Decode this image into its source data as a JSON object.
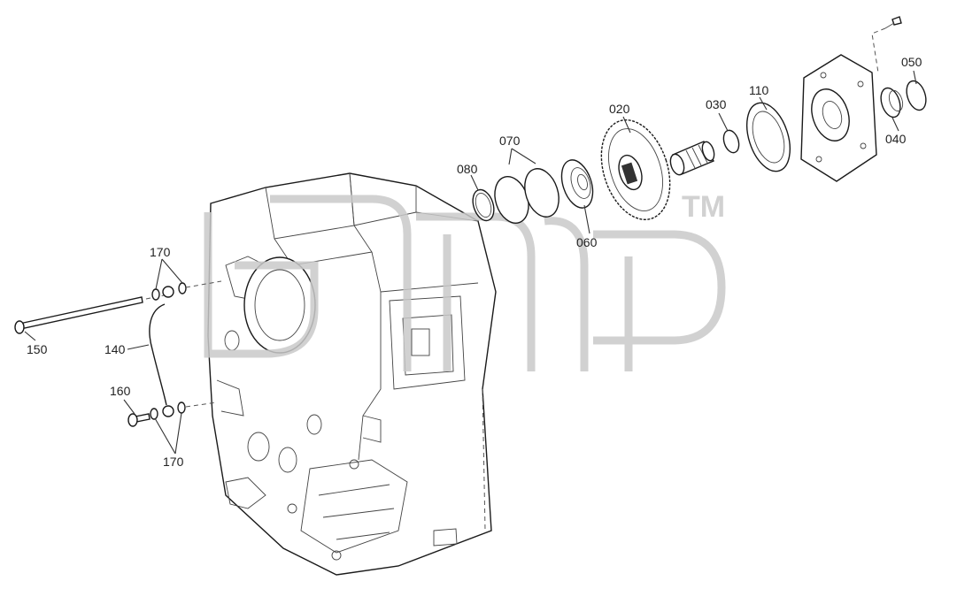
{
  "watermark": {
    "text": "aмср",
    "tm": "TM"
  },
  "parts": {
    "p020": "020",
    "p030": "030",
    "p040": "040",
    "p050": "050",
    "p060": "060",
    "p070": "070",
    "p080": "080",
    "p110": "110",
    "p140": "140",
    "p150": "150",
    "p160": "160",
    "p170a": "170",
    "p170b": "170"
  }
}
